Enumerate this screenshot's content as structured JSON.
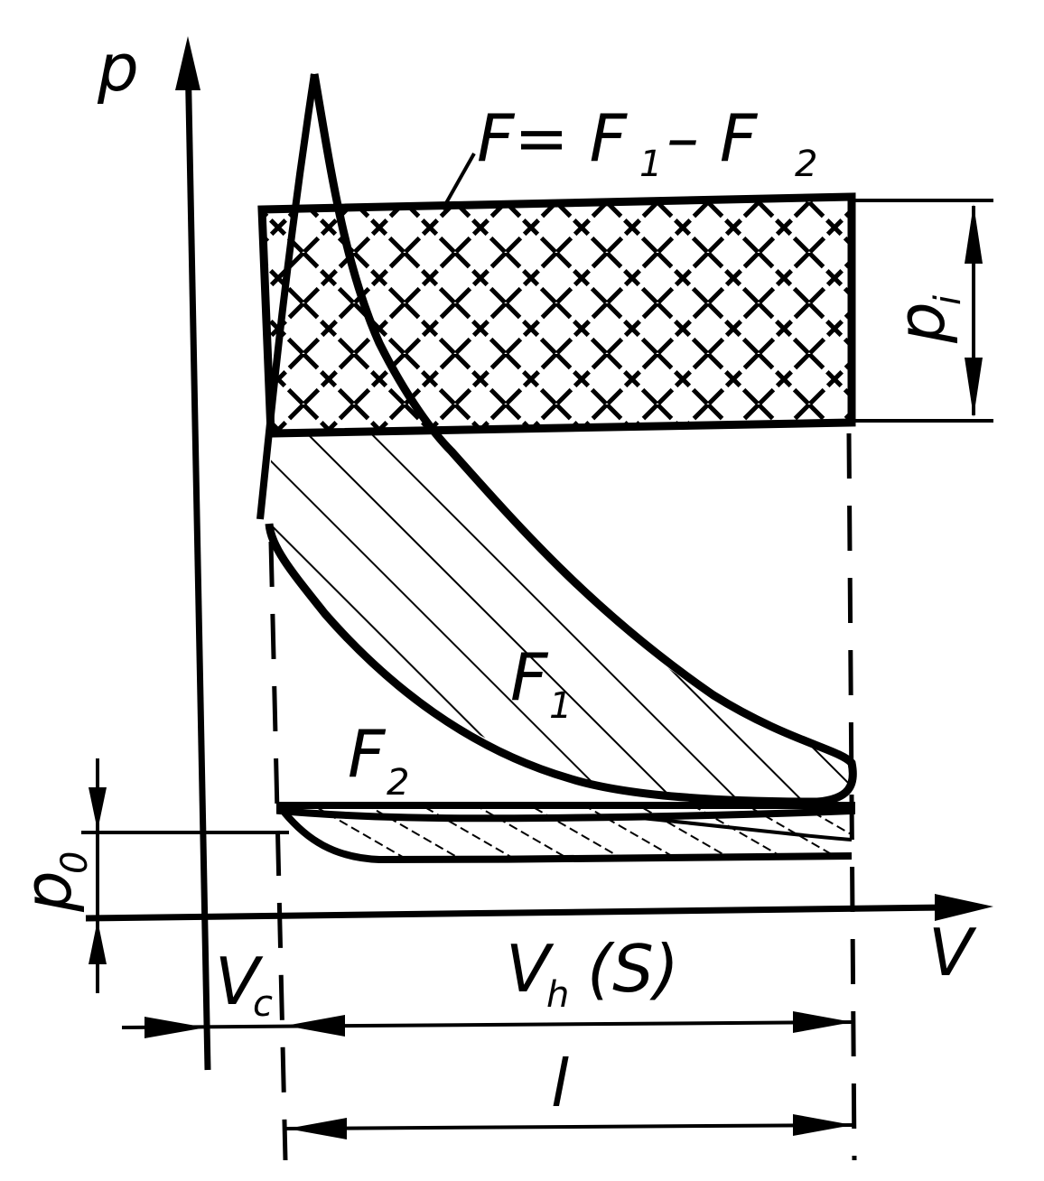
{
  "labels": {
    "p": "p",
    "v": "V",
    "formula_lhs": "F= F",
    "formula_sub1": "1",
    "formula_minus": "– F",
    "formula_sub2": "2",
    "pi_main": "p",
    "pi_sub": "i",
    "f1_main": "F",
    "f1_sub": "1",
    "f2_main": "F",
    "f2_sub": "2",
    "p0_main": "p",
    "p0_sub": "0",
    "vc_main": "V",
    "vc_sub": "c",
    "vh_main": "V",
    "vh_sub": "h",
    "vh_paren": "(S)",
    "l": "l"
  },
  "colors": {
    "ink": "#000000",
    "paper": "#ffffff"
  }
}
